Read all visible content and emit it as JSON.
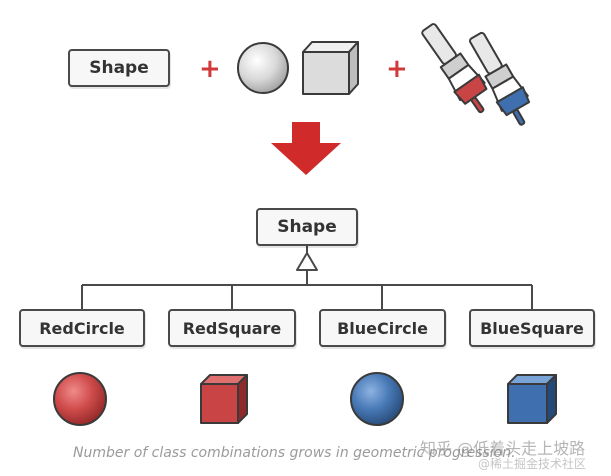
{
  "top_row": {
    "class_label": "Shape",
    "plus_sign": "+"
  },
  "hierarchy": {
    "parent_label": "Shape",
    "children": [
      "RedCircle",
      "RedSquare",
      "BlueCircle",
      "BlueSquare"
    ]
  },
  "caption": "Number of class combinations grows in geometric progression.",
  "watermarks": [
    "知乎 @低着头走上坡路",
    "@稀土掘金技术社区"
  ],
  "colors": {
    "red": "#c94545",
    "blue": "#3f6fae",
    "arrow": "#d02a2a",
    "neutral": "#dcdcdc",
    "outline": "#4a4a4a"
  },
  "icons": [
    "sphere-icon",
    "cube-icon",
    "paint-brushes-icon",
    "down-arrow-icon",
    "inheritance-arrow-icon"
  ]
}
